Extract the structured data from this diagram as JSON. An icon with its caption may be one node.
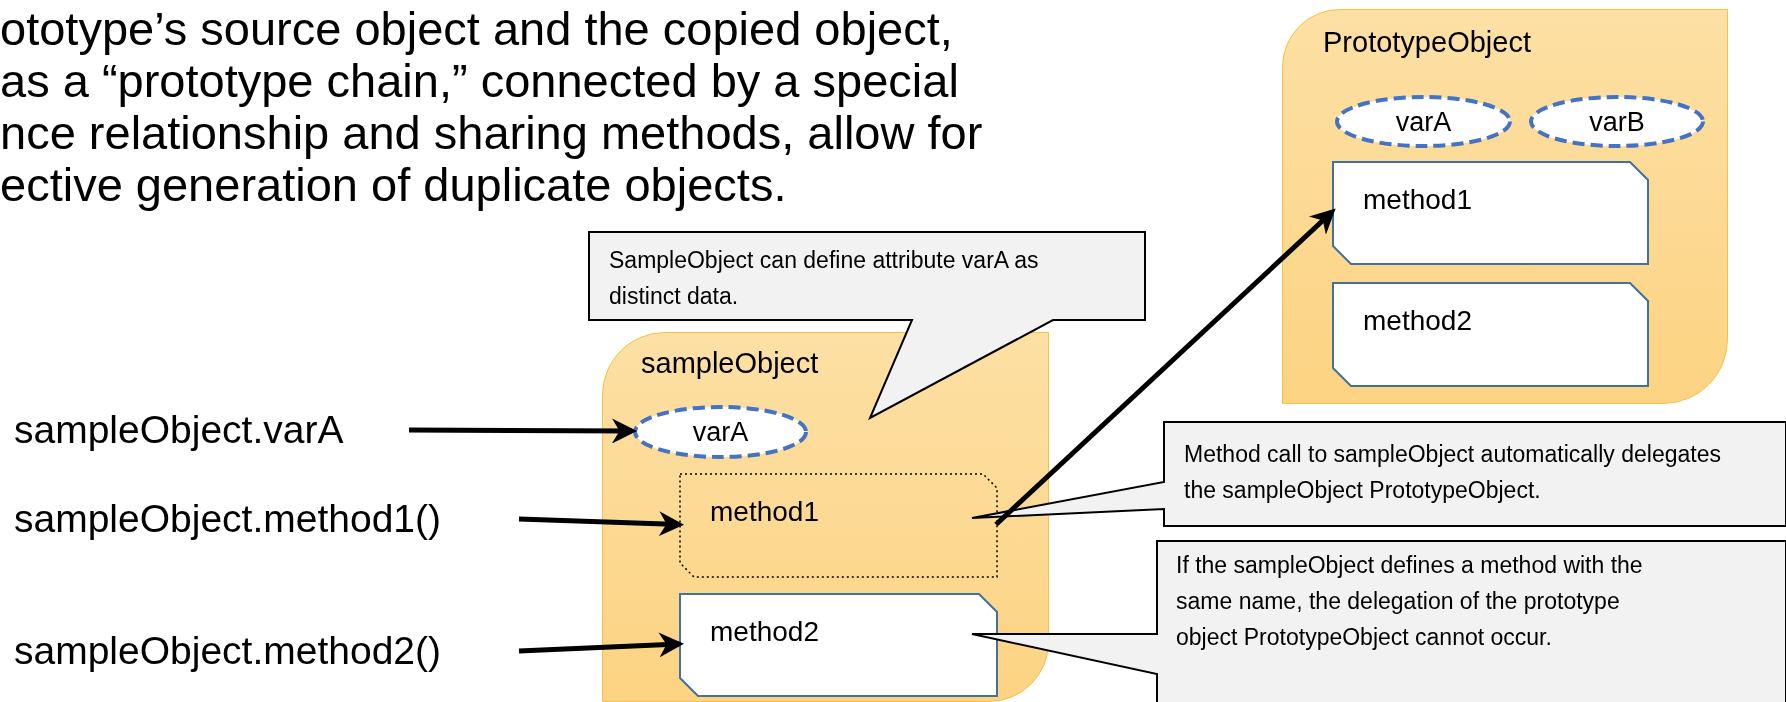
{
  "diagram": {
    "nodes": [
      {
        "text": [
          "sampleObject.varA"
        ]
      },
      {
        "text": [
          "sampleObject.method1()"
        ]
      },
      {
        "text": [
          "sampleObject.method2()"
        ]
      },
      {
        "text": [
          "sampleObject"
        ]
      },
      {
        "text": [
          "varA"
        ],
        "in": 3
      },
      {
        "text": [
          "method1"
        ],
        "in": 3
      },
      {
        "text": [
          "method2"
        ],
        "in": 3
      },
      {
        "text": [
          "PrototypeObject"
        ]
      },
      {
        "text": [
          "varA"
        ],
        "in": 7
      },
      {
        "text": [
          "varB"
        ],
        "in": 7
      },
      {
        "text": [
          "method1"
        ],
        "in": 7
      },
      {
        "text": [
          "method2"
        ],
        "in": 7
      },
      {
        "text": [
          "SampleObject can define attribute varA as distinct data."
        ]
      },
      {
        "text": [
          "Method call to sampleObject automatically delegates the sampleObject PrototypeObject."
        ]
      },
      {
        "text": [
          "If the sampleObject defines a method with the same name, the delegation of the prototype object PrototypeObject cannot occur."
        ]
      }
    ],
    "edges": [
      {
        "from": 0,
        "to": 4,
        "arrow": "to"
      },
      {
        "from": 1,
        "to": 5,
        "arrow": "to"
      },
      {
        "from": 2,
        "to": 6,
        "arrow": "to"
      },
      {
        "from": 5,
        "to": 10,
        "arrow": "to"
      }
    ],
    "labels": [
      "ototype’s source object and the copied object,",
      "as a “prototype chain,” connected by a special",
      "nce relationship and sharing methods, allow for",
      "ective generation of duplicate objects."
    ]
  }
}
